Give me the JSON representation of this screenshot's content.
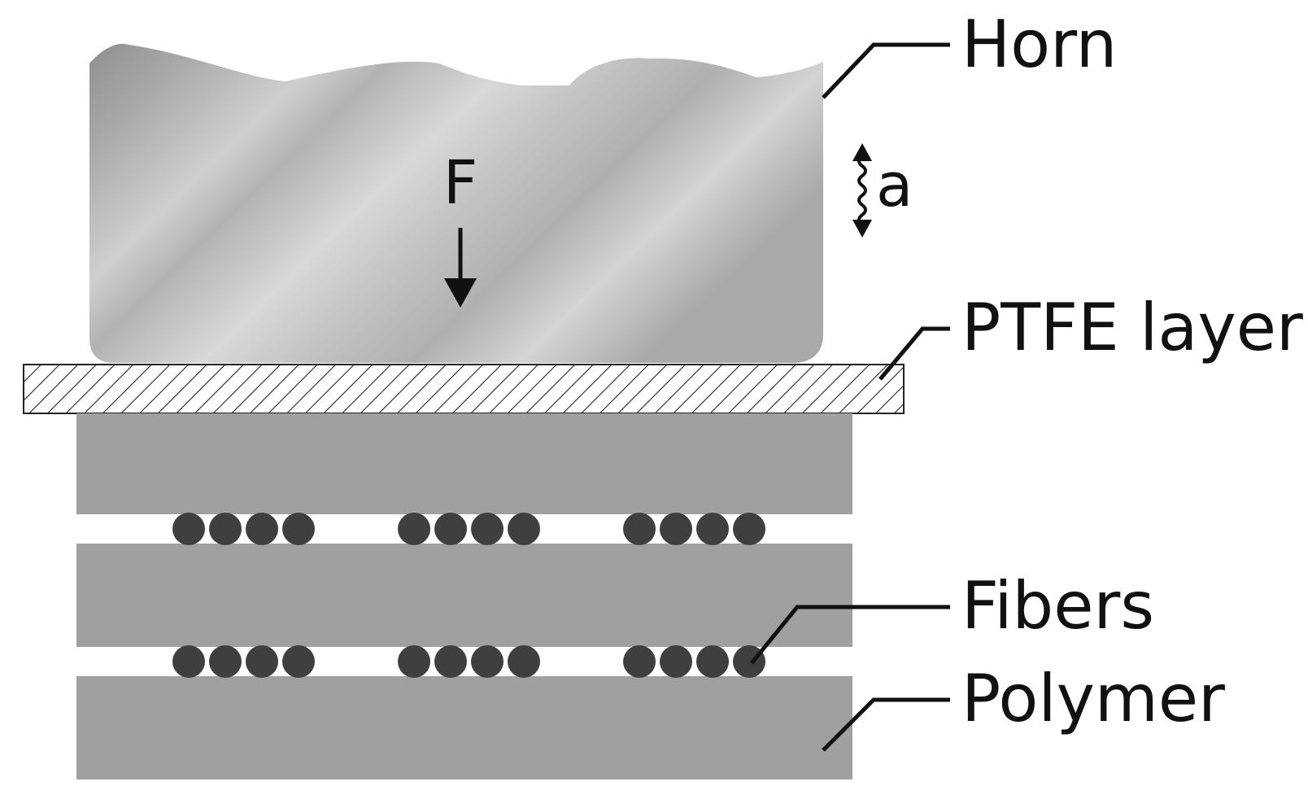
{
  "labels": {
    "horn": "Horn",
    "ptfe": "PTFE layer",
    "fibers": "Fibers",
    "polymer": "Polymer",
    "force": "F",
    "amplitude": "a"
  },
  "colors": {
    "horn_dark": "#8f8f8f",
    "horn_light": "#d6d6d6",
    "polymer": "#a0a0a0",
    "fiber": "#3f3f3f",
    "ink": "#111111"
  },
  "fiber_rows": [
    {
      "name": "upper-fiber-row",
      "groups": [
        4,
        4,
        4
      ]
    },
    {
      "name": "lower-fiber-row",
      "groups": [
        4,
        4,
        4
      ]
    }
  ]
}
